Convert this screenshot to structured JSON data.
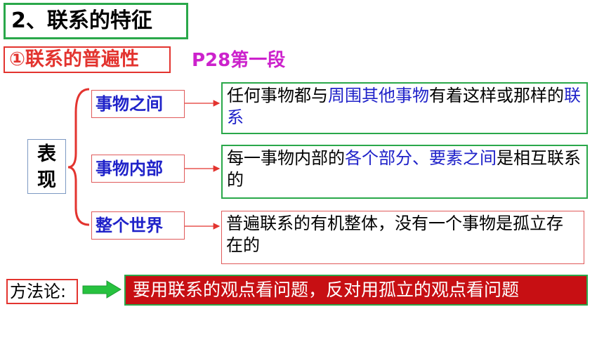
{
  "heading": "2、联系的特征",
  "subheading": "①联系的普遍性",
  "reference": "P28第一段",
  "category_label": [
    "表",
    "现"
  ],
  "items": [
    {
      "label": "事物之间",
      "desc_parts": [
        {
          "text": "任何事物都与",
          "hl": false
        },
        {
          "text": "周围其他事物",
          "hl": true
        },
        {
          "text": "有着这样或那样的",
          "hl": false
        },
        {
          "text": "联系",
          "hl": true
        }
      ]
    },
    {
      "label": "事物内部",
      "desc_parts": [
        {
          "text": "每一事物内部的",
          "hl": false
        },
        {
          "text": "各个部分、要素之间",
          "hl": true
        },
        {
          "text": "是相互联系的",
          "hl": false
        }
      ]
    },
    {
      "label": "整个世界",
      "desc_parts": [
        {
          "text": "普遍联系的有机整体，没有一个事物是孤立存在的",
          "hl": false
        }
      ]
    }
  ],
  "methodology": {
    "label": "方法论:",
    "text": "要用联系的观点看问题，反对用孤立的观点看问题"
  },
  "colors": {
    "green": "#2aa84a",
    "red": "#e3342f",
    "blue": "#1f22c9",
    "magenta": "#cc22cc",
    "dark_red": "#c70f13"
  }
}
